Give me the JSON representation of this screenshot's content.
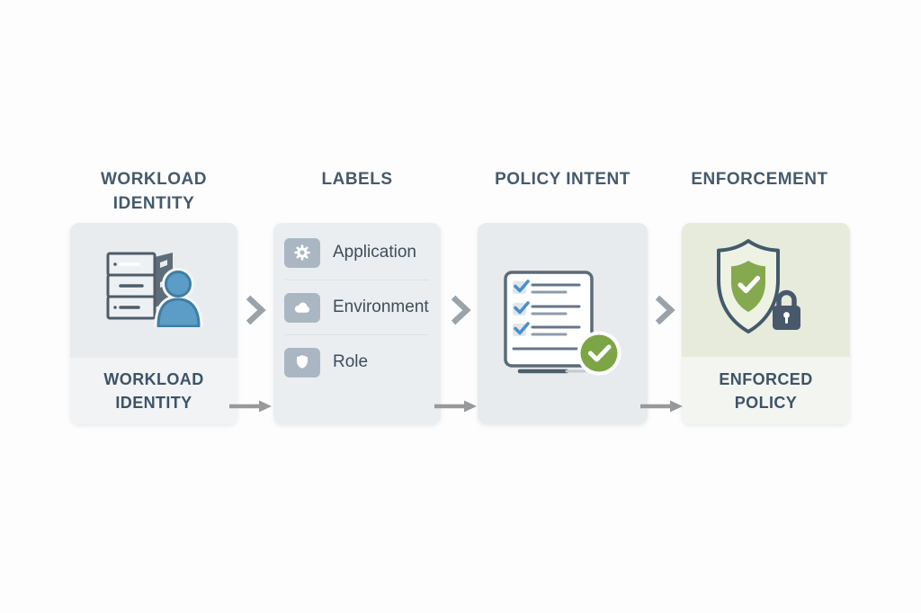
{
  "diagram": {
    "columns": {
      "workload_identity": {
        "header": "WORKLOAD\nIDENTITY",
        "card_label": "WORKLOAD\nIDENTITY",
        "icon": "server-user-icon"
      },
      "labels": {
        "header": "LABELS",
        "rows": [
          {
            "icon": "gear-icon",
            "label": "Application"
          },
          {
            "icon": "cloud-icon",
            "label": "Environment"
          },
          {
            "icon": "shield-icon",
            "label": "Role"
          }
        ]
      },
      "policy_intent": {
        "header": "POLICY INTENT",
        "icon": "checklist-document-check-icon"
      },
      "enforcement": {
        "header": "ENFORCEMENT",
        "card_label": "ENFORCED\nPOLICY",
        "icon": "shield-check-lock-icon"
      }
    },
    "connectors": {
      "between_cards": "chevron-right-icon",
      "bottom_flow": "arrow-right-icon"
    },
    "colors": {
      "header_text": "#455a6c",
      "card_bg": "#e9edf0",
      "card_bottom_bg": "#f1f3f5",
      "enforcement_bg": "#e6ebdb",
      "tile_gray": "#aab7c3",
      "accent_blue": "#5b9dc6",
      "accent_green": "#7ca546",
      "inner_shield_green": "#85a94f",
      "slate_stroke": "#45596b",
      "arrow_gray": "#97999b",
      "check_blue": "#4a90c4"
    }
  }
}
